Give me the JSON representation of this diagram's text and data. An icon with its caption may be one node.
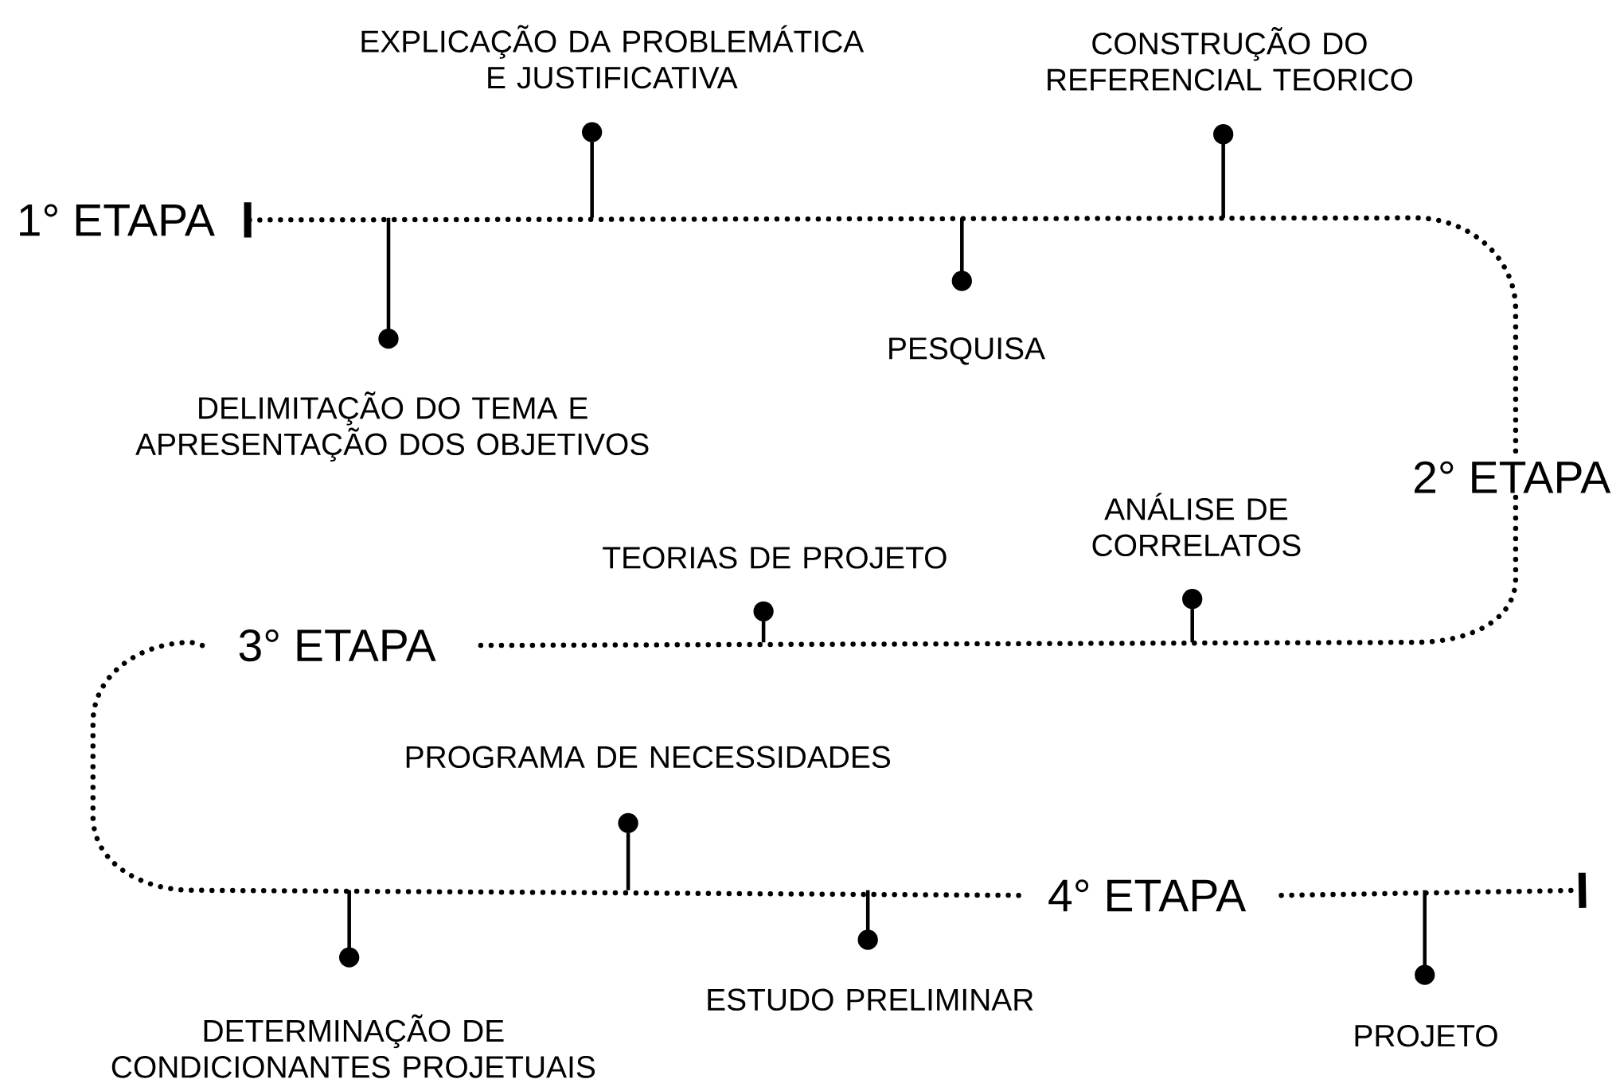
{
  "diagram": {
    "nodes": [
      {
        "text": [
          "1° ETAPA"
        ]
      },
      {
        "text": [
          "2° ETAPA"
        ]
      },
      {
        "text": [
          "3° ETAPA"
        ]
      },
      {
        "text": [
          "4° ETAPA"
        ]
      }
    ],
    "edges": [
      {
        "from": 0,
        "to": 1,
        "arrow": "other",
        "style": "dashed"
      },
      {
        "from": 1,
        "to": 2,
        "arrow": "none",
        "style": "dashed"
      },
      {
        "from": 2,
        "to": 3,
        "arrow": "none",
        "style": "dashed"
      },
      {
        "from": 3,
        "to": null,
        "arrow": "other",
        "style": "dashed"
      }
    ],
    "labels": [
      "EXPLICAÇÃO DA PROBLEMÁTICA E JUSTIFICATIVA",
      "CONSTRUÇÃO DO REFERENCIAL TEORICO",
      "PESQUISA",
      "DELIMITAÇÃO DO TEMA E APRESENTAÇÃO DOS OBJETIVOS",
      "ANÁLISE DE CORRELATOS",
      "TEORIAS DE PROJETO",
      "PROGRAMA DE NECESSIDADES",
      "ESTUDO PRELIMINAR",
      "DETERMINAÇÃO DE CONDICIONANTES PROJETUAIS",
      "PROJETO"
    ]
  }
}
